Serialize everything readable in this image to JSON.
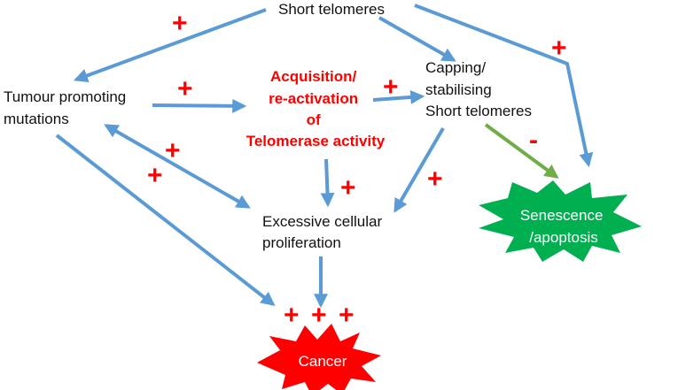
{
  "colors": {
    "arrow_blue": "#5b9bd5",
    "arrow_green": "#70ad47",
    "accent_red": "#ff0000",
    "burst_green": "#00b050",
    "burst_red": "#ff0000",
    "text_black": "#111111"
  },
  "nodes": {
    "short_telomeres": "Short telomeres",
    "tumour_promoting": [
      "Tumour promoting",
      "mutations"
    ],
    "telomerase": [
      "Acquisition/",
      "re-activation",
      "of",
      "Telomerase activity"
    ],
    "capping": [
      "Capping/",
      "stabilising",
      "Short telomeres"
    ],
    "proliferation": [
      "Excessive cellular",
      "proliferation"
    ],
    "senescence": [
      "Senescence",
      "/apoptosis"
    ],
    "cancer": "Cancer"
  },
  "signs": {
    "telomeres_to_tumour": "+",
    "telomeres_to_senescence": "+",
    "tumour_to_telomerase": "+",
    "telomerase_to_capping": "+",
    "capping_to_senescence": "-",
    "tumour_proliferation_a": "+",
    "tumour_proliferation_b": "+",
    "telomerase_to_proliferation": "+",
    "capping_to_proliferation": "+",
    "cancer_signs": [
      "+",
      "+",
      "+"
    ]
  }
}
